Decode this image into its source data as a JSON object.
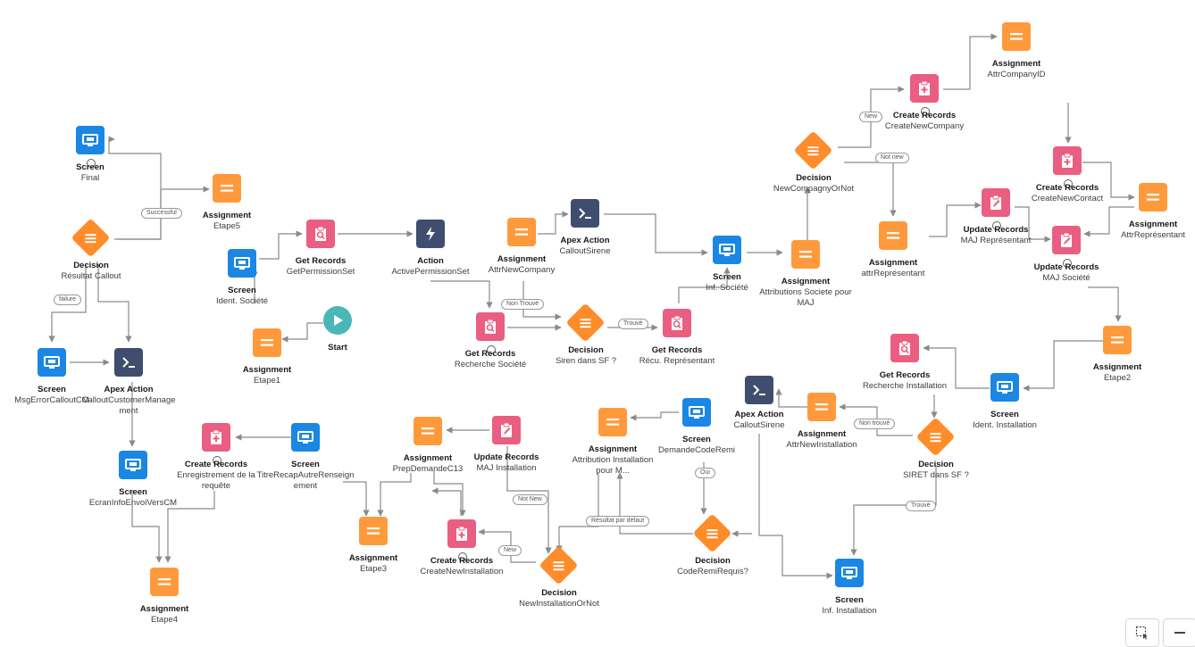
{
  "colors": {
    "screen": "#1b87e5",
    "assignment": "#ff9a3c",
    "record": "#ea5e82",
    "apex": "#3f4d6e",
    "decision": "#ff8c2a",
    "start": "#4ab7b7",
    "edge": "#8a8a8a"
  },
  "nodes": [
    {
      "id": "final",
      "kind": "screen",
      "icon": "screen-icon",
      "type": "Screen",
      "label": "Final"
    },
    {
      "id": "etape5",
      "kind": "assignment",
      "icon": "assignment-icon",
      "type": "Assignment",
      "label": "Etape5"
    },
    {
      "id": "dec_callout",
      "kind": "decision",
      "icon": "decision-icon",
      "type": "Decision",
      "label": "Résultat Callout"
    },
    {
      "id": "msgerr",
      "kind": "screen",
      "icon": "screen-icon",
      "type": "Screen",
      "label": "MsgErrorCalloutCM"
    },
    {
      "id": "apex_cm",
      "kind": "apex",
      "icon": "apex-icon",
      "type": "Apex Action",
      "label": "CalloutCustomerManagement"
    },
    {
      "id": "ecraninfo",
      "kind": "screen",
      "icon": "screen-icon",
      "type": "Screen",
      "label": "EcranInfoEnvoiVersCM"
    },
    {
      "id": "etape4",
      "kind": "assignment",
      "icon": "assignment-icon",
      "type": "Assignment",
      "label": "Etape4"
    },
    {
      "id": "identsoc",
      "kind": "screen",
      "icon": "screen-icon",
      "type": "Screen",
      "label": "Ident. Société"
    },
    {
      "id": "getperm",
      "kind": "record",
      "icon": "get-records-icon",
      "type": "Get Records",
      "label": "GetPermissionSet"
    },
    {
      "id": "action",
      "kind": "apex",
      "icon": "action-icon",
      "type": "Action",
      "label": "ActivePermissionSet"
    },
    {
      "id": "etape1",
      "kind": "assignment",
      "icon": "assignment-icon",
      "type": "Assignment",
      "label": "Etape1"
    },
    {
      "id": "start",
      "kind": "start",
      "icon": "start-icon",
      "type": "Start",
      "label": ""
    },
    {
      "id": "createenr",
      "kind": "record",
      "icon": "create-records-icon",
      "type": "Create Records",
      "label": "Enregistrement de la requête"
    },
    {
      "id": "titrerecap",
      "kind": "screen",
      "icon": "screen-icon",
      "type": "Screen",
      "label": "TitreRecapAutreRenseignement"
    },
    {
      "id": "etape3",
      "kind": "assignment",
      "icon": "assignment-icon",
      "type": "Assignment",
      "label": "Etape3"
    },
    {
      "id": "prepdem",
      "kind": "assignment",
      "icon": "assignment-icon",
      "type": "Assignment",
      "label": "PrepDemandeC13"
    },
    {
      "id": "majinst",
      "kind": "record",
      "icon": "update-records-icon",
      "type": "Update Records",
      "label": "MAJ Installation"
    },
    {
      "id": "createinst",
      "kind": "record",
      "icon": "create-records-icon",
      "type": "Create Records",
      "label": "CreateNewInstallation"
    },
    {
      "id": "dec_newinst",
      "kind": "decision",
      "icon": "decision-icon",
      "type": "Decision",
      "label": "NewInstallationOrNot"
    },
    {
      "id": "attrnewcomp",
      "kind": "assignment",
      "icon": "assignment-icon",
      "type": "Assignment",
      "label": "AttrNewCompany"
    },
    {
      "id": "apex_siren",
      "kind": "apex",
      "icon": "apex-icon",
      "type": "Apex Action",
      "label": "CalloutSirene"
    },
    {
      "id": "getrechsoc",
      "kind": "record",
      "icon": "get-records-icon",
      "type": "Get Records",
      "label": "Recherche Société"
    },
    {
      "id": "dec_siren",
      "kind": "decision",
      "icon": "decision-icon",
      "type": "Decision",
      "label": "Siren dans SF ?"
    },
    {
      "id": "getrecu",
      "kind": "record",
      "icon": "get-records-icon",
      "type": "Get Records",
      "label": "Récu. Représentant"
    },
    {
      "id": "infsoc",
      "kind": "screen",
      "icon": "screen-icon",
      "type": "Screen",
      "label": "Inf. Société"
    },
    {
      "id": "attrsoc",
      "kind": "assignment",
      "icon": "assignment-icon",
      "type": "Assignment",
      "label": "Attributions Societe pour MAJ"
    },
    {
      "id": "dec_newcomp",
      "kind": "decision",
      "icon": "decision-icon",
      "type": "Decision",
      "label": "NewCompagnyOrNot"
    },
    {
      "id": "createcomp",
      "kind": "record",
      "icon": "create-records-icon",
      "type": "Create Records",
      "label": "CreateNewCompany"
    },
    {
      "id": "attrcompid",
      "kind": "assignment",
      "icon": "assignment-icon",
      "type": "Assignment",
      "label": "AttrCompanyID"
    },
    {
      "id": "createcontact",
      "kind": "record",
      "icon": "create-records-icon",
      "type": "Create Records",
      "label": "CreateNewContact"
    },
    {
      "id": "attrrepr2",
      "kind": "assignment",
      "icon": "assignment-icon",
      "type": "Assignment",
      "label": "AttrReprésentant"
    },
    {
      "id": "attrrepr",
      "kind": "assignment",
      "icon": "assignment-icon",
      "type": "Assignment",
      "label": "attrReprésentant"
    },
    {
      "id": "majrepr",
      "kind": "record",
      "icon": "update-records-icon",
      "type": "Update Records",
      "label": "MAJ Représentant"
    },
    {
      "id": "majsoc",
      "kind": "record",
      "icon": "update-records-icon",
      "type": "Update Records",
      "label": "MAJ Société"
    },
    {
      "id": "etape2",
      "kind": "assignment",
      "icon": "assignment-icon",
      "type": "Assignment",
      "label": "Etape2"
    },
    {
      "id": "getrechinst",
      "kind": "record",
      "icon": "get-records-icon",
      "type": "Get Records",
      "label": "Recherche Installation"
    },
    {
      "id": "identinst",
      "kind": "screen",
      "icon": "screen-icon",
      "type": "Screen",
      "label": "Ident. Installation"
    },
    {
      "id": "apex_siren2",
      "kind": "apex",
      "icon": "apex-icon",
      "type": "Apex Action",
      "label": "CalloutSirene"
    },
    {
      "id": "attrnewinst",
      "kind": "assignment",
      "icon": "assignment-icon",
      "type": "Assignment",
      "label": "AttrNewInstallation"
    },
    {
      "id": "dec_siret",
      "kind": "decision",
      "icon": "decision-icon",
      "type": "Decision",
      "label": "SIRET dans SF ?"
    },
    {
      "id": "attribinst",
      "kind": "assignment",
      "icon": "assignment-icon",
      "type": "Assignment",
      "label": "Attribution Installation pour M..."
    },
    {
      "id": "demcode",
      "kind": "screen",
      "icon": "screen-icon",
      "type": "Screen",
      "label": "DemandeCodeRemi"
    },
    {
      "id": "dec_coderemi",
      "kind": "decision",
      "icon": "decision-icon",
      "type": "Decision",
      "label": "CodeRemiRequis?"
    },
    {
      "id": "infinst",
      "kind": "screen",
      "icon": "screen-icon",
      "type": "Screen",
      "label": "Inf. Installation"
    }
  ],
  "edge_labels": [
    {
      "id": "successful",
      "text": "Successful"
    },
    {
      "id": "failure",
      "text": "failure"
    },
    {
      "id": "nontrouve",
      "text": "Non Trouvé"
    },
    {
      "id": "trouve",
      "text": "Trouvé"
    },
    {
      "id": "new",
      "text": "New"
    },
    {
      "id": "notnew",
      "text": "Not new"
    },
    {
      "id": "nontrouve2",
      "text": "Non trouvé"
    },
    {
      "id": "trouve2",
      "text": "Trouvé"
    },
    {
      "id": "oui",
      "text": "Oui"
    },
    {
      "id": "resdef",
      "text": "Résultat par défaut"
    },
    {
      "id": "notnew2",
      "text": "Not New"
    },
    {
      "id": "new2",
      "text": "New"
    }
  ],
  "controls": [
    {
      "id": "select",
      "icon": "marquee-select-icon"
    },
    {
      "id": "zoomout",
      "icon": "zoom-out-icon"
    }
  ]
}
